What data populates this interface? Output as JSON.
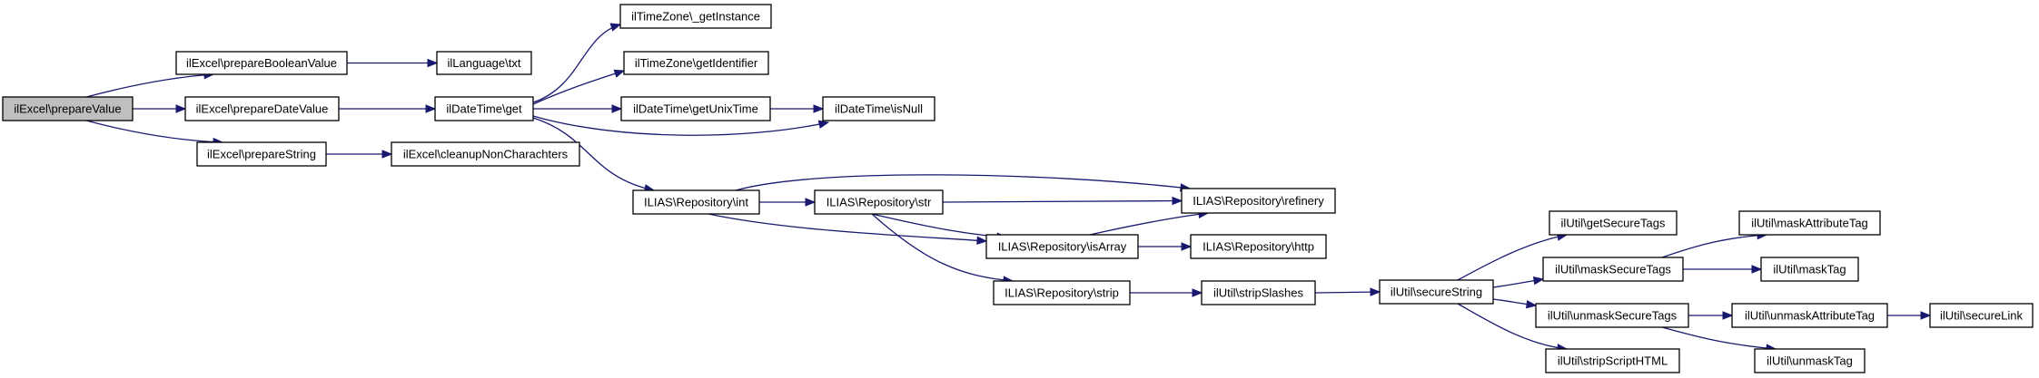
{
  "diagram": {
    "type": "call-graph",
    "colors": {
      "edge": "#191970",
      "root_fill": "#bfbfbf",
      "node_fill": "#ffffff",
      "border": "#000000"
    },
    "nodes": [
      {
        "id": "prepareValue",
        "label": "ilExcel\\prepareValue",
        "root": true
      },
      {
        "id": "prepareBooleanValue",
        "label": "ilExcel\\prepareBooleanValue"
      },
      {
        "id": "prepareDateValue",
        "label": "ilExcel\\prepareDateValue"
      },
      {
        "id": "prepareString",
        "label": "ilExcel\\prepareString"
      },
      {
        "id": "txt",
        "label": "ilLanguage\\txt"
      },
      {
        "id": "get",
        "label": "ilDateTime\\get"
      },
      {
        "id": "cleanupNonCharachters",
        "label": "ilExcel\\cleanupNonCharachters"
      },
      {
        "id": "getInstance",
        "label": "ilTimeZone\\_getInstance"
      },
      {
        "id": "getIdentifier",
        "label": "ilTimeZone\\getIdentifier"
      },
      {
        "id": "getUnixTime",
        "label": "ilDateTime\\getUnixTime"
      },
      {
        "id": "isNull",
        "label": "ilDateTime\\isNull"
      },
      {
        "id": "int",
        "label": "ILIAS\\Repository\\int"
      },
      {
        "id": "str",
        "label": "ILIAS\\Repository\\str"
      },
      {
        "id": "refinery",
        "label": "ILIAS\\Repository\\refinery"
      },
      {
        "id": "isArray",
        "label": "ILIAS\\Repository\\isArray"
      },
      {
        "id": "http",
        "label": "ILIAS\\Repository\\http"
      },
      {
        "id": "strip",
        "label": "ILIAS\\Repository\\strip"
      },
      {
        "id": "stripSlashes",
        "label": "ilUtil\\stripSlashes"
      },
      {
        "id": "secureString",
        "label": "ilUtil\\secureString"
      },
      {
        "id": "getSecureTags",
        "label": "ilUtil\\getSecureTags"
      },
      {
        "id": "maskSecureTags",
        "label": "ilUtil\\maskSecureTags"
      },
      {
        "id": "unmaskSecureTags",
        "label": "ilUtil\\unmaskSecureTags"
      },
      {
        "id": "stripScriptHTML",
        "label": "ilUtil\\stripScriptHTML"
      },
      {
        "id": "maskAttributeTag",
        "label": "ilUtil\\maskAttributeTag"
      },
      {
        "id": "maskTag",
        "label": "ilUtil\\maskTag"
      },
      {
        "id": "unmaskAttributeTag",
        "label": "ilUtil\\unmaskAttributeTag"
      },
      {
        "id": "secureLink",
        "label": "ilUtil\\secureLink"
      },
      {
        "id": "unmaskTag",
        "label": "ilUtil\\unmaskTag"
      }
    ],
    "edges": [
      [
        "prepareValue",
        "prepareBooleanValue"
      ],
      [
        "prepareValue",
        "prepareDateValue"
      ],
      [
        "prepareValue",
        "prepareString"
      ],
      [
        "prepareBooleanValue",
        "txt"
      ],
      [
        "prepareDateValue",
        "get"
      ],
      [
        "prepareString",
        "cleanupNonCharachters"
      ],
      [
        "get",
        "getInstance"
      ],
      [
        "get",
        "getIdentifier"
      ],
      [
        "get",
        "getUnixTime"
      ],
      [
        "get",
        "isNull"
      ],
      [
        "get",
        "int"
      ],
      [
        "getUnixTime",
        "isNull"
      ],
      [
        "int",
        "str"
      ],
      [
        "int",
        "refinery"
      ],
      [
        "int",
        "isArray"
      ],
      [
        "str",
        "refinery"
      ],
      [
        "str",
        "isArray"
      ],
      [
        "str",
        "strip"
      ],
      [
        "isArray",
        "refinery"
      ],
      [
        "isArray",
        "http"
      ],
      [
        "strip",
        "stripSlashes"
      ],
      [
        "stripSlashes",
        "secureString"
      ],
      [
        "secureString",
        "getSecureTags"
      ],
      [
        "secureString",
        "maskSecureTags"
      ],
      [
        "secureString",
        "unmaskSecureTags"
      ],
      [
        "secureString",
        "stripScriptHTML"
      ],
      [
        "maskSecureTags",
        "maskAttributeTag"
      ],
      [
        "maskSecureTags",
        "maskTag"
      ],
      [
        "unmaskSecureTags",
        "unmaskAttributeTag"
      ],
      [
        "unmaskSecureTags",
        "unmaskTag"
      ],
      [
        "unmaskAttributeTag",
        "secureLink"
      ]
    ]
  }
}
